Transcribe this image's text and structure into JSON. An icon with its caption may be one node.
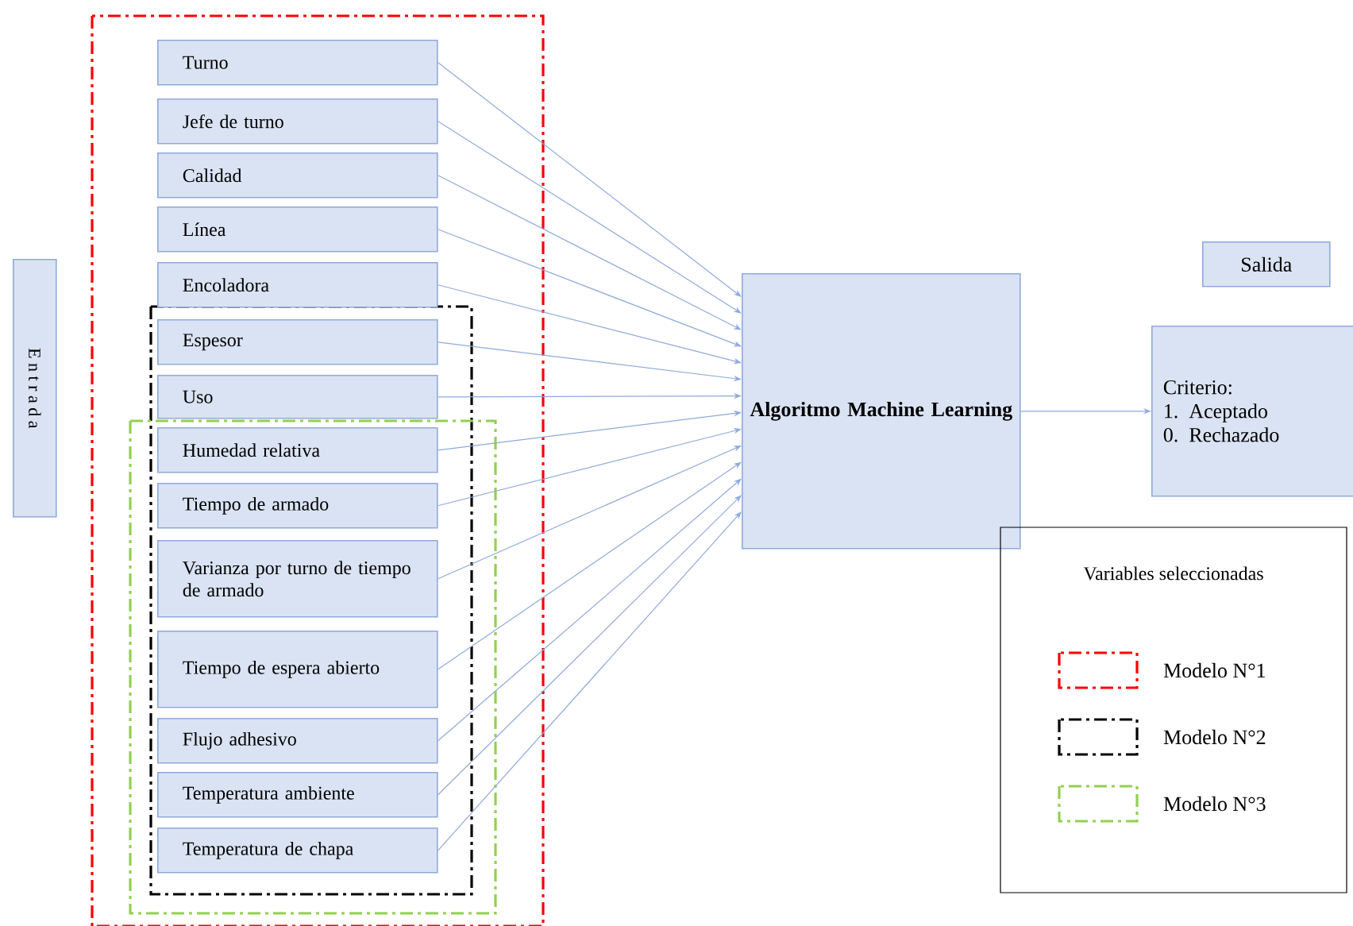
{
  "diagram": {
    "nodes": [
      {
        "text": [
          "E n t r a d a"
        ]
      },
      {
        "text": [
          "Turno"
        ]
      },
      {
        "text": [
          "Jefe de turno"
        ]
      },
      {
        "text": [
          "Calidad"
        ]
      },
      {
        "text": [
          "Línea"
        ]
      },
      {
        "text": [
          "Encoladora"
        ]
      },
      {
        "text": [
          "Espesor"
        ]
      },
      {
        "text": [
          "Uso"
        ]
      },
      {
        "text": [
          "Humedad relativa"
        ]
      },
      {
        "text": [
          "Tiempo de armado"
        ]
      },
      {
        "text": [
          "Varianza por turno de tiempo de armado"
        ]
      },
      {
        "text": [
          "Tiempo de espera abierto"
        ]
      },
      {
        "text": [
          "Flujo adhesivo"
        ]
      },
      {
        "text": [
          "Temperatura ambiente"
        ]
      },
      {
        "text": [
          "Temperatura de chapa"
        ]
      },
      {
        "text": [
          "Algoritmo Machine Learning"
        ]
      },
      {
        "text": [
          "Salida"
        ]
      },
      {
        "text": [
          "Criterio:",
          "1.   Aceptado",
          "0.   Rechazado"
        ]
      }
    ],
    "edges": [
      {
        "from": 1,
        "to": 15,
        "arrow": "to"
      },
      {
        "from": 2,
        "to": 15,
        "arrow": "to"
      },
      {
        "from": 3,
        "to": 15,
        "arrow": "to"
      },
      {
        "from": 4,
        "to": 15,
        "arrow": "to"
      },
      {
        "from": 5,
        "to": 15,
        "arrow": "to"
      },
      {
        "from": 6,
        "to": 15,
        "arrow": "to"
      },
      {
        "from": 7,
        "to": 15,
        "arrow": "to"
      },
      {
        "from": 8,
        "to": 15,
        "arrow": "to"
      },
      {
        "from": 9,
        "to": 15,
        "arrow": "to"
      },
      {
        "from": 10,
        "to": 15,
        "arrow": "to"
      },
      {
        "from": 11,
        "to": 15,
        "arrow": "to"
      },
      {
        "from": 12,
        "to": 15,
        "arrow": "to"
      },
      {
        "from": 13,
        "to": 15,
        "arrow": "to"
      },
      {
        "from": 14,
        "to": 15,
        "arrow": "to"
      },
      {
        "from": 15,
        "to": 17,
        "arrow": "to"
      }
    ],
    "labels": [
      "Variables seleccionadas"
    ],
    "legend": [
      {
        "text": "Modelo N°1"
      },
      {
        "text": "Modelo N°2"
      },
      {
        "text": "Modelo N°3"
      }
    ]
  }
}
